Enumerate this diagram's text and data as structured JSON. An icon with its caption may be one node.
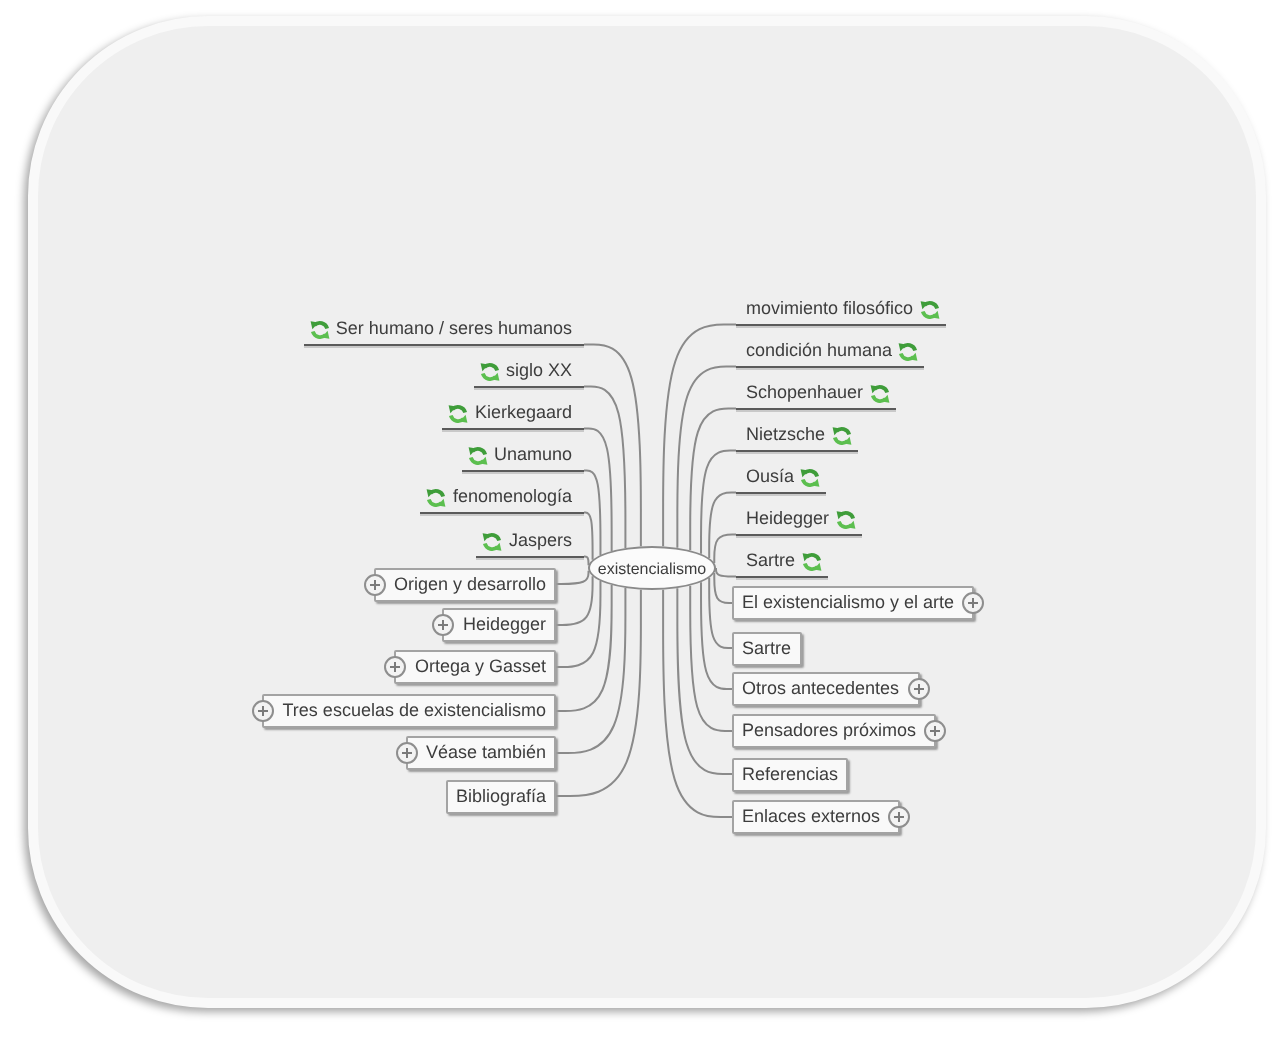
{
  "diagram": {
    "nodes": [
      {
        "text": [
          "existencialismo"
        ]
      },
      {
        "text": [
          "Ser humano / seres humanos"
        ]
      },
      {
        "text": [
          "siglo XX"
        ]
      },
      {
        "text": [
          "Kierkegaard"
        ]
      },
      {
        "text": [
          "Unamuno"
        ]
      },
      {
        "text": [
          "fenomenología"
        ]
      },
      {
        "text": [
          "Jaspers"
        ]
      },
      {
        "text": [
          "Origen y desarrollo"
        ]
      },
      {
        "text": [
          "Heidegger"
        ]
      },
      {
        "text": [
          "Ortega y Gasset"
        ]
      },
      {
        "text": [
          "Tres escuelas de existencialismo"
        ]
      },
      {
        "text": [
          "Véase también"
        ]
      },
      {
        "text": [
          "Bibliografía"
        ]
      },
      {
        "text": [
          "movimiento filosófico"
        ]
      },
      {
        "text": [
          "condición humana"
        ]
      },
      {
        "text": [
          "Schopenhauer"
        ]
      },
      {
        "text": [
          "Nietzsche"
        ]
      },
      {
        "text": [
          "Ousía"
        ]
      },
      {
        "text": [
          "Heidegger"
        ]
      },
      {
        "text": [
          "Sartre"
        ]
      },
      {
        "text": [
          "El existencialismo y el arte"
        ]
      },
      {
        "text": [
          "Sartre"
        ]
      },
      {
        "text": [
          "Otros antecedentes"
        ]
      },
      {
        "text": [
          "Pensadores próximos"
        ]
      },
      {
        "text": [
          "Referencias"
        ]
      },
      {
        "text": [
          "Enlaces externos"
        ]
      }
    ],
    "edges": [
      {
        "from": 0,
        "to": 1,
        "arrow": "none"
      },
      {
        "from": 0,
        "to": 2,
        "arrow": "none"
      },
      {
        "from": 0,
        "to": 3,
        "arrow": "none"
      },
      {
        "from": 0,
        "to": 4,
        "arrow": "none"
      },
      {
        "from": 0,
        "to": 5,
        "arrow": "none"
      },
      {
        "from": 0,
        "to": 6,
        "arrow": "none"
      },
      {
        "from": 0,
        "to": 7,
        "arrow": "none"
      },
      {
        "from": 0,
        "to": 8,
        "arrow": "none"
      },
      {
        "from": 0,
        "to": 9,
        "arrow": "none"
      },
      {
        "from": 0,
        "to": 10,
        "arrow": "none"
      },
      {
        "from": 0,
        "to": 11,
        "arrow": "none"
      },
      {
        "from": 0,
        "to": 12,
        "arrow": "none"
      },
      {
        "from": 0,
        "to": 13,
        "arrow": "none"
      },
      {
        "from": 0,
        "to": 14,
        "arrow": "none"
      },
      {
        "from": 0,
        "to": 15,
        "arrow": "none"
      },
      {
        "from": 0,
        "to": 16,
        "arrow": "none"
      },
      {
        "from": 0,
        "to": 17,
        "arrow": "none"
      },
      {
        "from": 0,
        "to": 18,
        "arrow": "none"
      },
      {
        "from": 0,
        "to": 19,
        "arrow": "none"
      },
      {
        "from": 0,
        "to": 20,
        "arrow": "none"
      },
      {
        "from": 0,
        "to": 21,
        "arrow": "none"
      },
      {
        "from": 0,
        "to": 22,
        "arrow": "none"
      },
      {
        "from": 0,
        "to": 23,
        "arrow": "none"
      },
      {
        "from": 0,
        "to": 24,
        "arrow": "none"
      },
      {
        "from": 0,
        "to": 25,
        "arrow": "none"
      }
    ]
  }
}
